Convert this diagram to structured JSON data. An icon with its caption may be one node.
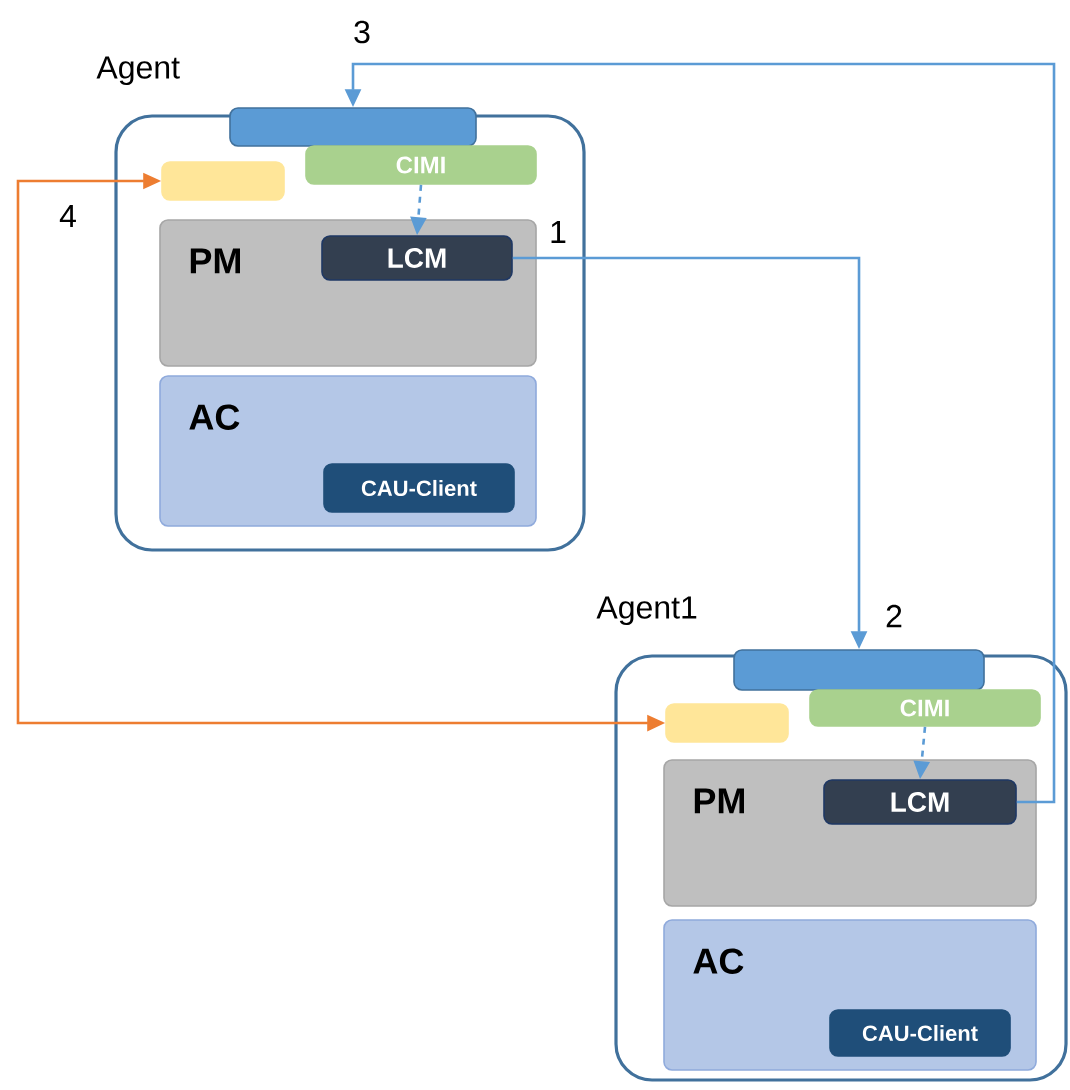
{
  "diagram": {
    "nodes": [
      {
        "text": [
          "Agent"
        ]
      },
      {
        "text": [],
        "shape": "box"
      },
      {
        "text": [],
        "shape": "box",
        "in": 0
      },
      {
        "text": [
          "CIMI"
        ],
        "in": 0
      },
      {
        "text": [
          "PM"
        ],
        "in": 0
      },
      {
        "text": [
          "LCM"
        ],
        "in": 4
      },
      {
        "text": [
          "AC"
        ],
        "in": 0
      },
      {
        "text": [
          "CAU-Client"
        ],
        "in": 6
      },
      {
        "text": [
          "Agent1"
        ]
      },
      {
        "text": [],
        "shape": "box"
      },
      {
        "text": [],
        "shape": "box",
        "in": 8
      },
      {
        "text": [
          "CIMI"
        ],
        "in": 8
      },
      {
        "text": [
          "PM"
        ],
        "in": 8
      },
      {
        "text": [
          "LCM"
        ],
        "in": 12
      },
      {
        "text": [
          "AC"
        ],
        "in": 8
      },
      {
        "text": [
          "CAU-Client"
        ],
        "in": 14
      }
    ],
    "edges": [
      {
        "from": 3,
        "to": 5,
        "arrow": "to",
        "style": "dashed"
      },
      {
        "from": 5,
        "to": 9,
        "arrow": "to",
        "label": "1"
      },
      {
        "from": 13,
        "to": 1,
        "arrow": "to",
        "label": "3"
      },
      {
        "from": 2,
        "to": 10,
        "arrow": "both",
        "label": "4",
        "color": "#ed7d31"
      },
      {
        "from": 11,
        "to": 13,
        "arrow": "to",
        "style": "dashed"
      }
    ],
    "labels": [
      "2"
    ]
  }
}
